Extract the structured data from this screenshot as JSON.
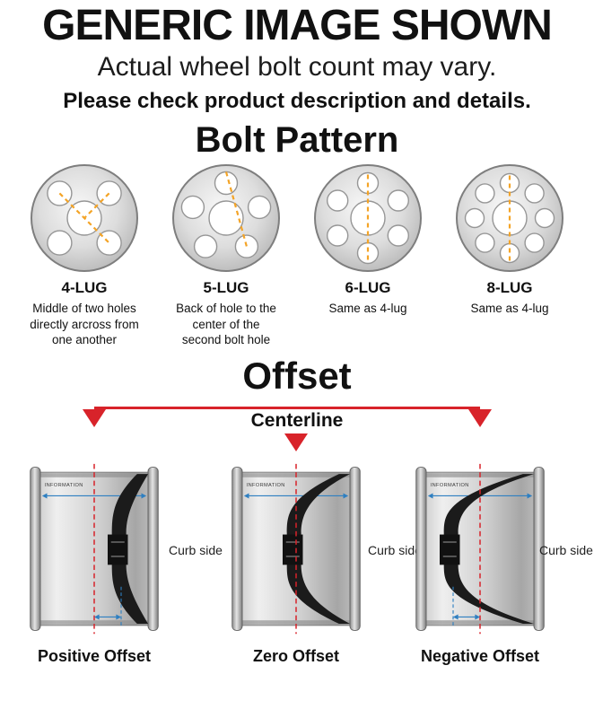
{
  "header": {
    "title": "GENERIC IMAGE SHOWN",
    "subtitle": "Actual wheel bolt count may vary.",
    "note": "Please check product description and details."
  },
  "bolt_pattern": {
    "heading": "Bolt Pattern",
    "items": [
      {
        "label": "4-LUG",
        "holes": 4,
        "description": "Middle of two holes directly arcross from one another"
      },
      {
        "label": "5-LUG",
        "holes": 5,
        "description": "Back of hole to the center of the second bolt hole"
      },
      {
        "label": "6-LUG",
        "holes": 6,
        "description": "Same as 4-lug"
      },
      {
        "label": "8-LUG",
        "holes": 8,
        "description": "Same as 4-lug"
      }
    ]
  },
  "offset": {
    "heading": "Offset",
    "centerline_label": "Centerline",
    "curb_side_label": "Curb side",
    "barrel_text": "INFORMATION",
    "wheels": [
      {
        "label": "Positive Offset",
        "type": "positive"
      },
      {
        "label": "Zero Offset",
        "type": "zero"
      },
      {
        "label": "Negative Offset",
        "type": "negative"
      }
    ]
  },
  "colors": {
    "accent_red": "#d8232a",
    "measure_orange": "#f4a427",
    "measure_blue": "#2e7fc1",
    "text": "#111111"
  }
}
